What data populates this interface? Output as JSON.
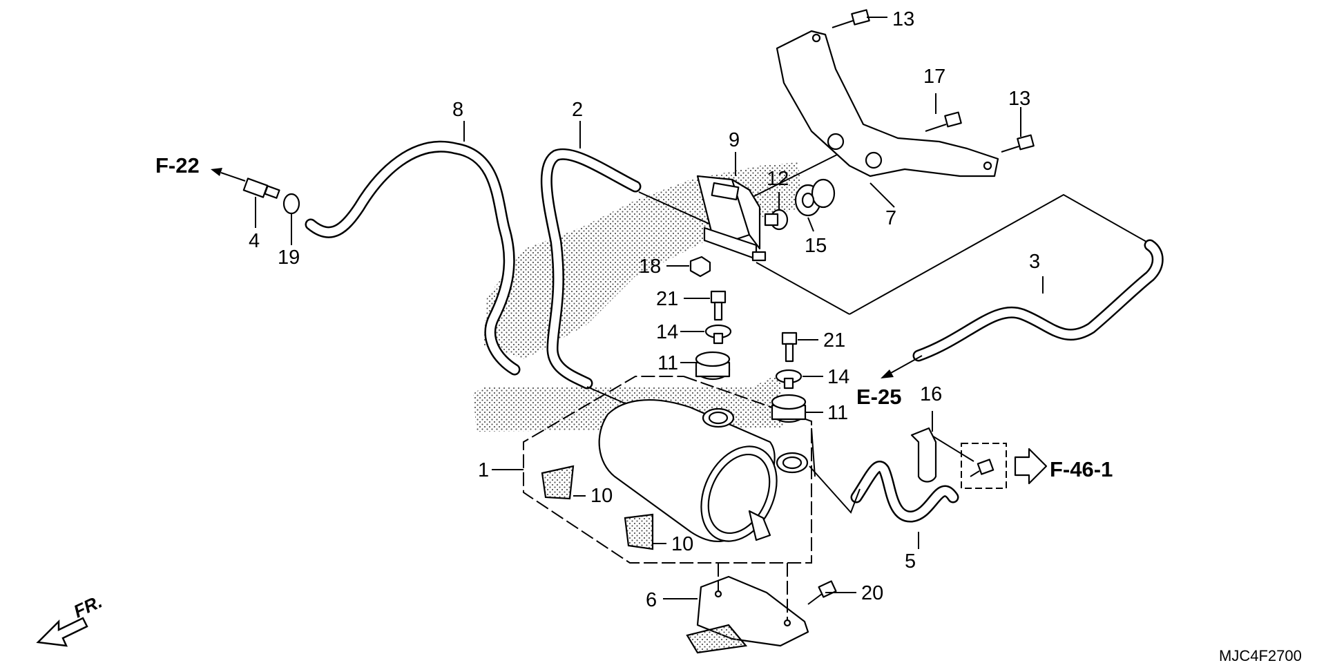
{
  "diagram": {
    "callouts": {
      "c1": "1",
      "c2": "2",
      "c3": "3",
      "c4": "4",
      "c5": "5",
      "c6": "6",
      "c7": "7",
      "c8": "8",
      "c9": "9",
      "c10a": "10",
      "c10b": "10",
      "c11a": "11",
      "c11b": "11",
      "c12": "12",
      "c13a": "13",
      "c13b": "13",
      "c14a": "14",
      "c14b": "14",
      "c15": "15",
      "c16": "16",
      "c17": "17",
      "c18": "18",
      "c19": "19",
      "c20": "20",
      "c21a": "21",
      "c21b": "21"
    },
    "references": {
      "f22": "F-22",
      "e25": "E-25",
      "f461": "F-46-1"
    },
    "front_label": "FR.",
    "diagram_code": "MJC4F2700"
  }
}
